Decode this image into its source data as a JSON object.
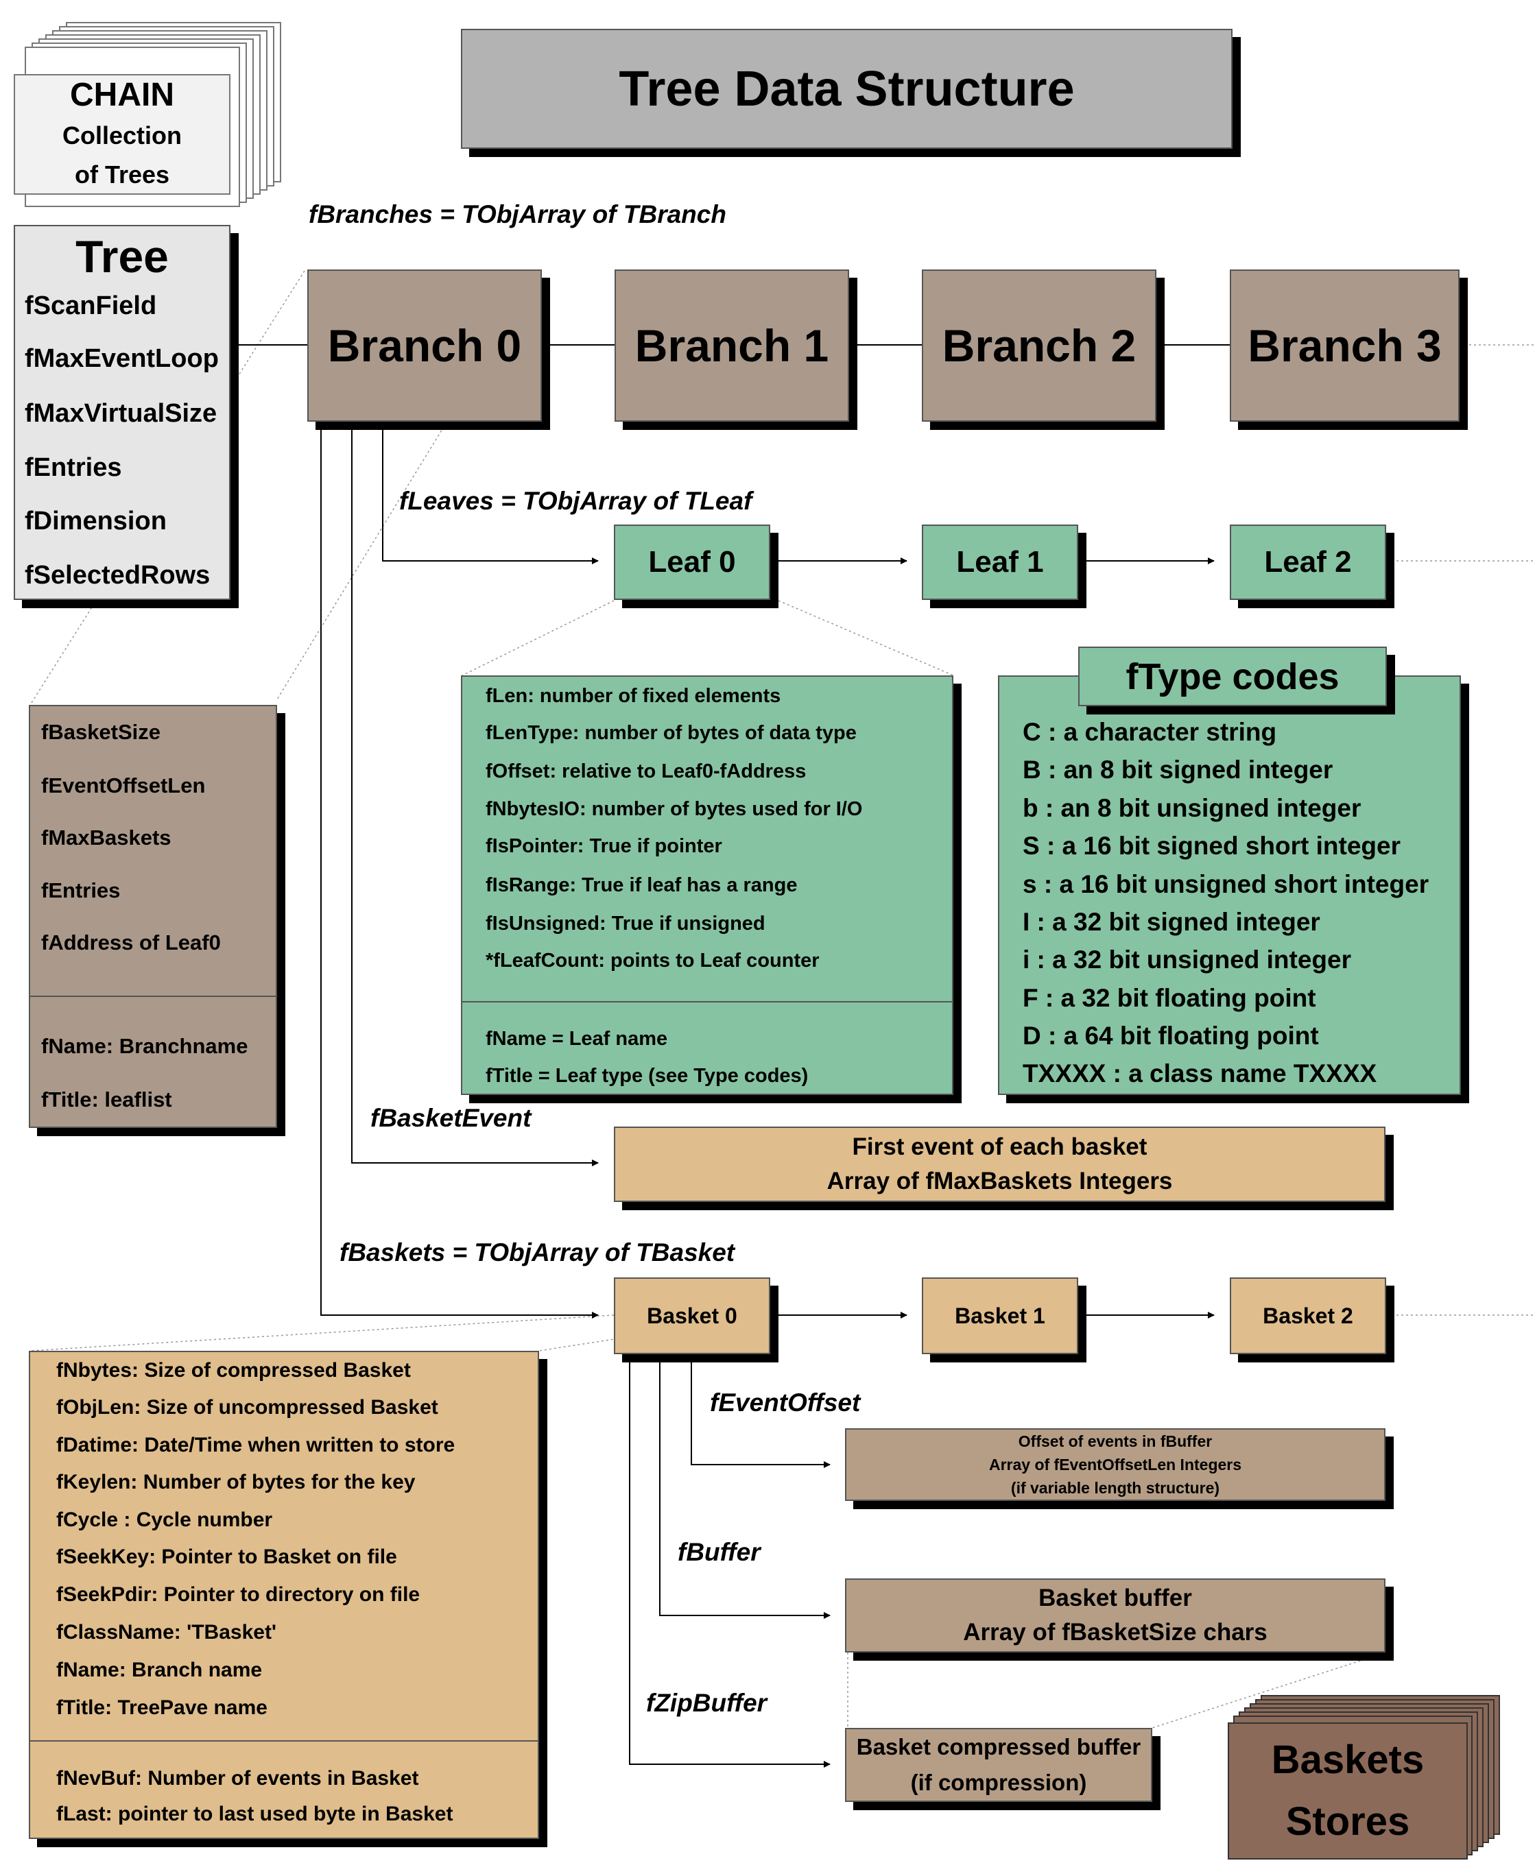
{
  "title": "Tree Data Structure",
  "chain": {
    "title": "CHAIN",
    "line1": "Collection",
    "line2": "of Trees"
  },
  "tree": {
    "title": "Tree",
    "fields": [
      "fScanField",
      "fMaxEventLoop",
      "fMaxVirtualSize",
      "fEntries",
      "fDimension",
      "fSelectedRows"
    ]
  },
  "branches": {
    "label": "fBranches = TObjArray of TBranch",
    "items": [
      "Branch 0",
      "Branch 1",
      "Branch 2",
      "Branch 3"
    ]
  },
  "branch_details": {
    "fields": [
      "fBasketSize",
      "fEventOffsetLen",
      "fMaxBaskets",
      "fEntries",
      "fAddress of Leaf0"
    ],
    "name_fields": [
      "fName: Branchname",
      "fTitle: leaflist"
    ]
  },
  "leaves": {
    "label": "fLeaves = TObjArray of TLeaf",
    "items": [
      "Leaf 0",
      "Leaf 1",
      "Leaf 2"
    ]
  },
  "leaf_details": {
    "fields": [
      "fLen: number of fixed elements",
      "fLenType: number of bytes of data type",
      "fOffset: relative to Leaf0-fAddress",
      "fNbytesIO: number of bytes used for I/O",
      "fIsPointer: True if pointer",
      "fIsRange: True if leaf has a range",
      "fIsUnsigned: True if unsigned",
      "*fLeafCount: points to Leaf counter"
    ],
    "name_fields": [
      "fName = Leaf name",
      "fTitle = Leaf type (see Type codes)"
    ]
  },
  "type_codes": {
    "title": "fType codes",
    "items": [
      "C : a character string",
      "B : an 8 bit signed integer",
      "b : an 8 bit unsigned integer",
      "S : a 16 bit signed short integer",
      "s : a 16 bit unsigned short integer",
      "I : a 32 bit signed integer",
      "i : a 32 bit unsigned integer",
      "F : a 32 bit floating point",
      "D : a 64 bit floating point",
      "TXXXX : a class name TXXXX"
    ]
  },
  "basket_event": {
    "label": "fBasketEvent",
    "line1": "First event of each basket",
    "line2": "Array of fMaxBaskets Integers"
  },
  "baskets": {
    "label": "fBaskets = TObjArray of TBasket",
    "items": [
      "Basket 0",
      "Basket 1",
      "Basket 2"
    ]
  },
  "basket_details": {
    "fields": [
      "fNbytes: Size of compressed Basket",
      "fObjLen: Size of uncompressed Basket",
      "fDatime: Date/Time when written to store",
      "fKeylen: Number of bytes for the key",
      "fCycle : Cycle number",
      "fSeekKey: Pointer to Basket on file",
      "fSeekPdir: Pointer to directory on file",
      "fClassName: 'TBasket'",
      "fName: Branch name",
      "fTitle: TreePave name"
    ],
    "extra_fields": [
      "fNevBuf: Number of events in Basket",
      "fLast: pointer to last used byte in Basket"
    ]
  },
  "event_offset": {
    "label": "fEventOffset",
    "line1": "Offset of events in fBuffer",
    "line2": "Array of fEventOffsetLen Integers",
    "line3": "(if variable length structure)"
  },
  "buffer": {
    "label": "fBuffer",
    "line1": "Basket buffer",
    "line2": "Array of fBasketSize chars"
  },
  "zip_buffer": {
    "label": "fZipBuffer",
    "line1": "Basket compressed buffer",
    "line2": "(if compression)"
  },
  "stores": {
    "line1": "Baskets",
    "line2": "Stores"
  }
}
